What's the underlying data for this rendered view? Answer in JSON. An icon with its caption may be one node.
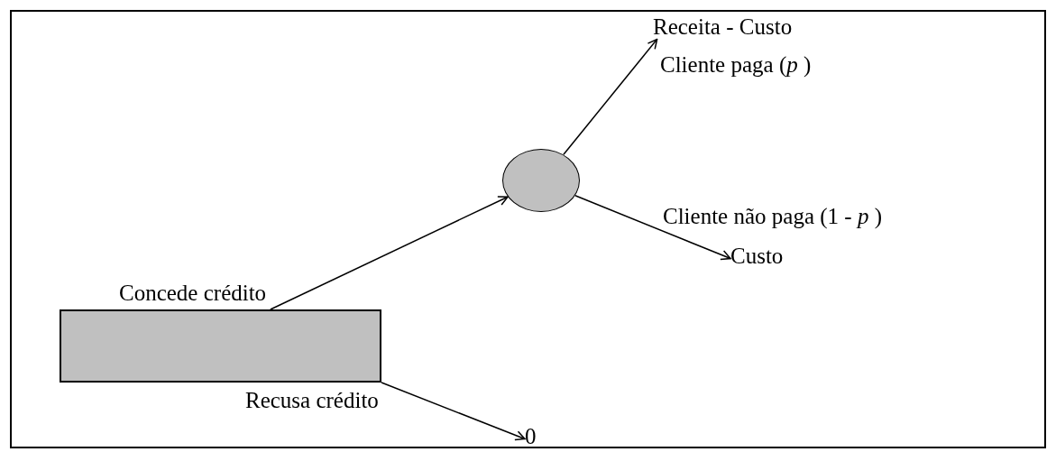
{
  "diagram": {
    "nodes": [
      {
        "text": [],
        "shape": "box"
      },
      {
        "text": [],
        "shape": "circle"
      },
      {
        "text": [
          "Receita - Custo"
        ]
      },
      {
        "text": [
          "Custo"
        ]
      },
      {
        "text": [
          "0"
        ]
      }
    ],
    "edges": [
      {
        "from": 0,
        "to": 1,
        "arrow": "to",
        "label": "Concede crédito"
      },
      {
        "from": 1,
        "to": 2,
        "arrow": "to",
        "label": "Cliente paga (*p* )"
      },
      {
        "from": 1,
        "to": 3,
        "arrow": "to",
        "label": "Cliente não paga (1 - *p* )"
      },
      {
        "from": 0,
        "to": 4,
        "arrow": "to",
        "label": "Recusa crédito"
      }
    ]
  }
}
